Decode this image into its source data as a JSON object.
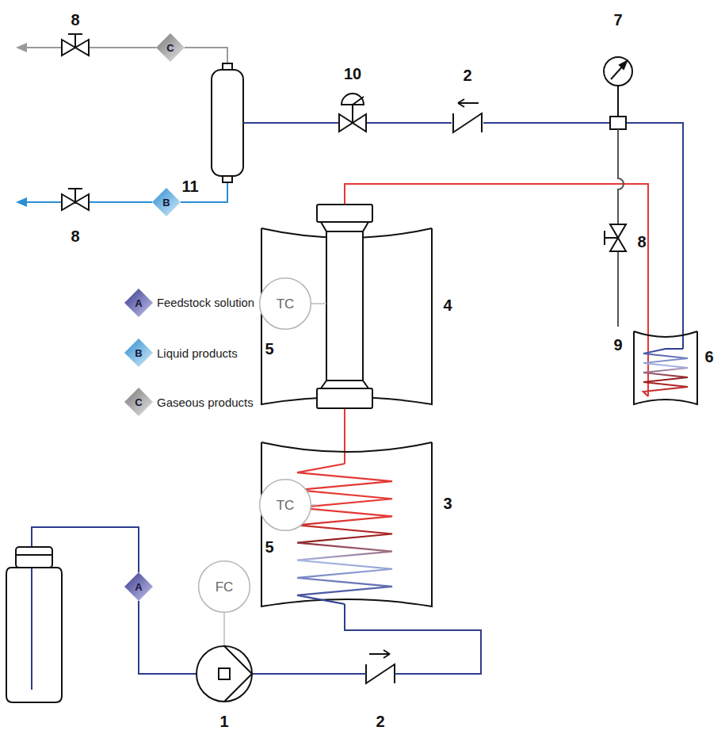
{
  "diagram": {
    "nodes": [
      {
        "text": [
          "C"
        ]
      },
      {
        "text": [
          "B"
        ]
      },
      {
        "text": [
          "TC"
        ]
      },
      {
        "text": [
          "TC"
        ]
      },
      {
        "text": [
          "A"
        ]
      },
      {
        "text": [
          "FC"
        ]
      }
    ],
    "labels": [
      "8",
      "7",
      "10",
      "2",
      "11",
      "8",
      "8",
      "4",
      "5",
      "9",
      "6",
      "3",
      "5",
      "1",
      "2",
      "A",
      "B",
      "C"
    ],
    "legend": [
      {
        "text": "Feedstock solution"
      },
      {
        "text": "Liquid products"
      },
      {
        "text": "Gaseous products"
      }
    ]
  }
}
